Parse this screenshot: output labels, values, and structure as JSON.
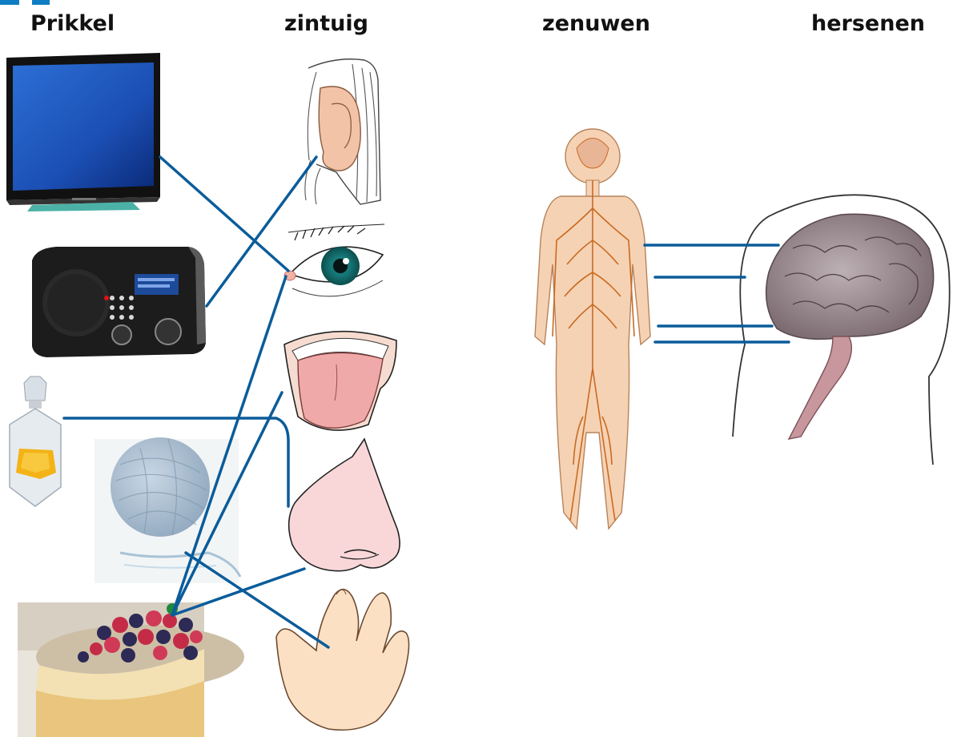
{
  "headers": {
    "col1": "Prikkel",
    "col2": "zintuig",
    "col3": "zenuwen",
    "col4": "hersenen"
  },
  "colors": {
    "line": "#0b5c9a",
    "skin": "#f6d2b4",
    "nerve": "#c96a20",
    "brain": "#8f8086",
    "accent": "#0f7dc3"
  },
  "items": {
    "stimuli": [
      "tv-icon",
      "radio-icon",
      "perfume-icon",
      "yarn-icon",
      "cake-icon"
    ],
    "senses": [
      "ear-icon",
      "eye-icon",
      "tongue-icon",
      "nose-icon",
      "hand-icon"
    ]
  }
}
